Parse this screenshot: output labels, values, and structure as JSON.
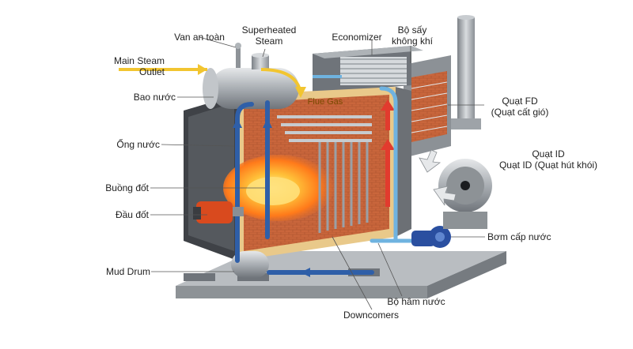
{
  "labels": {
    "safety_valve": "Van an toàn",
    "superheated": "Superheated\nSteam",
    "economizer": "Economizer",
    "air_heater": "Bộ sấy\nkhông khí",
    "main_steam": "Main Steam\nOutlet",
    "drum": "Bao nước",
    "flue_gas": "Flue Gas",
    "fd_fan": "Quạt FD\n(Quạt cất gió)",
    "tubes": "Ống nước",
    "id_fan": "Quạt ID\nQuạt ID (Quạt hút khói)",
    "furnace": "Buồng đốt",
    "burner": "Đầu đốt",
    "feed_pump": "Bơm cấp nước",
    "mud_drum": "Mud Drum",
    "economizer_lower": "Bộ hâm nước",
    "downcomers": "Downcomers"
  },
  "colors": {
    "steam_arrow": "#f2c530",
    "cold_water": "#2f5fa8",
    "light_water": "#6fb3e0",
    "hot_gas": "#e23b2e",
    "brick": "#c9663c",
    "steel": "#9aa0a6",
    "casing": "#4a4d52",
    "insulation": "#e9c98a",
    "flame": "#ff8a1f",
    "burner": "#d94a1e",
    "pump": "#2a4fa0"
  }
}
